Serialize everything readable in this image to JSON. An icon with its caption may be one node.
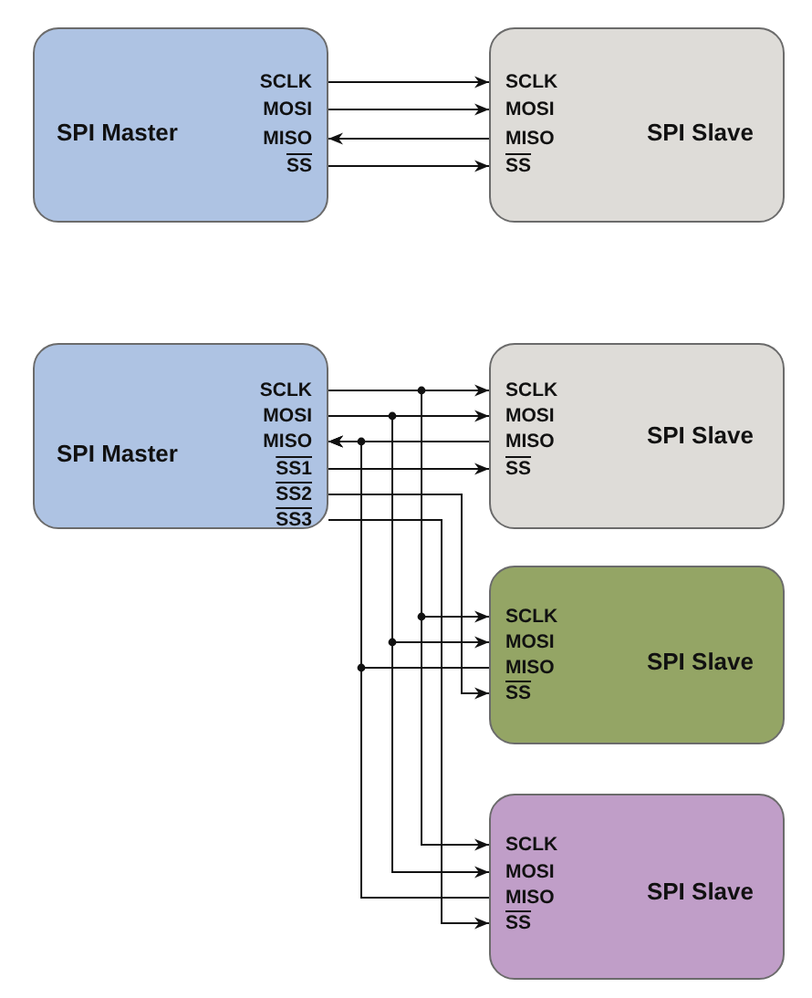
{
  "diagram": {
    "nodes": [
      {
        "text": [
          "SPI Master",
          "SCLK",
          "MOSI",
          "MISO",
          "SS"
        ]
      },
      {
        "text": [
          "SPI Slave",
          "SCLK",
          "MOSI",
          "MISO",
          "SS"
        ]
      },
      {
        "text": [
          "SPI Master",
          "SCLK",
          "MOSI",
          "MISO",
          "SS1",
          "SS2",
          "SS3"
        ]
      },
      {
        "text": [
          "SPI Slave",
          "SCLK",
          "MOSI",
          "MISO",
          "SS"
        ]
      },
      {
        "text": [
          "SPI Slave",
          "SCLK",
          "MOSI",
          "MISO",
          "SS"
        ]
      },
      {
        "text": [
          "SPI Slave",
          "SCLK",
          "MOSI",
          "MISO",
          "SS"
        ]
      }
    ],
    "edges": [
      {
        "from": 0,
        "to": 1,
        "arrow": "to"
      },
      {
        "from": 0,
        "to": 1,
        "arrow": "to"
      },
      {
        "from": 1,
        "to": 0,
        "arrow": "to"
      },
      {
        "from": 0,
        "to": 1,
        "arrow": "to"
      },
      {
        "from": 2,
        "to": 3,
        "arrow": "to"
      },
      {
        "from": 2,
        "to": 4,
        "arrow": "to"
      },
      {
        "from": 2,
        "to": 5,
        "arrow": "to"
      },
      {
        "from": 2,
        "to": 3,
        "arrow": "to"
      },
      {
        "from": 2,
        "to": 4,
        "arrow": "to"
      },
      {
        "from": 2,
        "to": 5,
        "arrow": "to"
      },
      {
        "from": 3,
        "to": 2,
        "arrow": "to"
      },
      {
        "from": 4,
        "to": 2,
        "arrow": "to"
      },
      {
        "from": 5,
        "to": 2,
        "arrow": "to"
      },
      {
        "from": 2,
        "to": 3,
        "arrow": "to"
      },
      {
        "from": 2,
        "to": 4,
        "arrow": "to"
      },
      {
        "from": 2,
        "to": 5,
        "arrow": "to"
      }
    ]
  }
}
